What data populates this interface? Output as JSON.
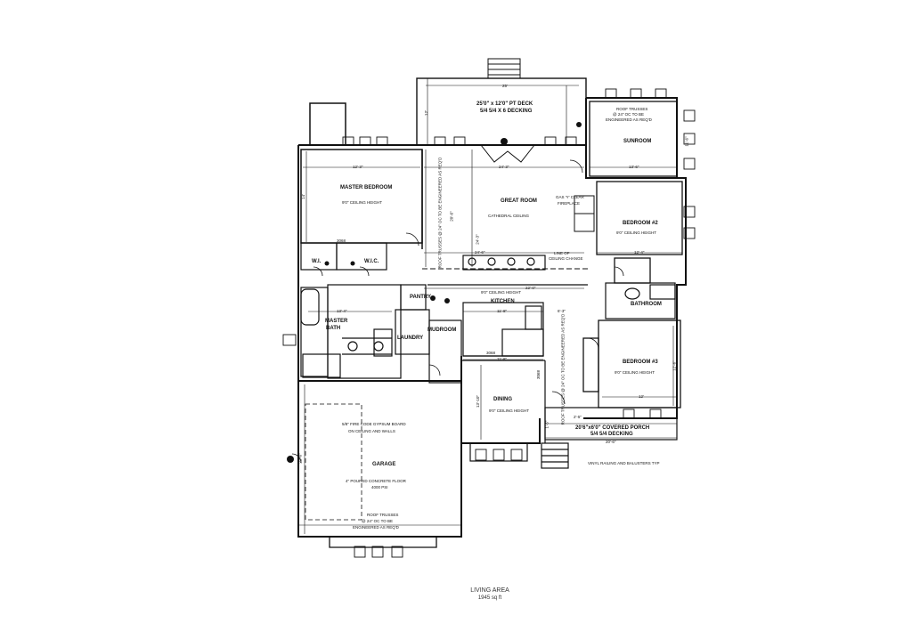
{
  "rooms": {
    "master_bedroom": "MASTER BEDROOM",
    "master_bedroom_ceiling": "9'0\" CEILING HEIGHT",
    "great_room": "GREAT ROOM",
    "cathedral_ceiling": "CATHEDRAL CEILING",
    "deck_title": "25'0\" x 12'0\" PT DECK",
    "deck_decking": "5/4 5/4 X 6 DECKING",
    "sunroom": "SUNROOM",
    "roof_trusses_sunroom": "ROOF TRUSSES",
    "roof_trusses_sunroom_2": "@ 24\" OC TO BE",
    "roof_trusses_sunroom_3": "ENGINEERED AS REQ'D",
    "bedroom2": "BEDROOM #2",
    "bedroom2_ceiling": "9'0\" CEILING HEIGHT",
    "bedroom3": "BEDROOM #3",
    "bedroom3_ceiling": "9'0\" CEILING HEIGHT",
    "wic": "W.I.C.",
    "wi": "W.I.",
    "pantry": "PANTRY",
    "kitchen": "KITCHEN",
    "kitchen_ceiling": "9'0\" CEILING HEIGHT",
    "master_bath_1": "MASTER",
    "master_bath_2": "BATH",
    "laundry": "LAUNDRY",
    "mudroom": "MUDROOM",
    "bathroom": "BATHROOM",
    "dining": "DINING",
    "dining_ceiling": "9'0\" CEILING HEIGHT",
    "porch_title": "20'6\"x6'0\" COVERED PORCH",
    "porch_decking": "5/4 5/4 DECKING",
    "railings_note": "VINYL RAILING AND BALUSTERS TYP",
    "garage": "GARAGE",
    "garage_board_1": "5/8\" FIRE CODE GYPSUM BOARD",
    "garage_board_2": "ON CEILING AND WALLS",
    "garage_floor_1": "4\" POURED CONCRETE FLOOR",
    "garage_floor_2": "4000 PSI",
    "garage_trusses_1": "ROOF TRUSSES",
    "garage_trusses_2": "@ 24\" OC TO BE",
    "garage_trusses_3": "ENGINEERED AS REQ'D",
    "fireplace_1": "GAS 'Y' CLEAR",
    "fireplace_2": "FIREPLACE",
    "line_of_ceiling_1": "LINE OF",
    "line_of_ceiling_2": "CEILING CHANGE",
    "vert_trusses_master": "ROOF TRUSSES @ 24\" OC TO BE ENGINEERED AS REQ'D",
    "vert_trusses_dining": "ROOF TRUSSES @ 24\" OC TO BE ENGINEERED AS REQ'D"
  },
  "dimensions": {
    "deck_width": "25'",
    "deck_depth": "12'",
    "master_width": "12'-3\"",
    "master_depth": "14'",
    "great_width": "24'-3\"",
    "great_depth": "20'-6\"",
    "great_depth_2": "24'-3\"",
    "sunroom_width": "13'-6\"",
    "sunroom_depth": "11'-6\"",
    "bedroom2_width": "12'-4\"",
    "bedroom3_width": "12'",
    "bedroom3_depth": "12'-6\"",
    "span_24_6": "24'-6\"",
    "span_22_0": "22'-0\"",
    "kitchen_width": "11'-8\"",
    "kitchen_depth": "6'-3\"",
    "dining_width": "11'-8\"",
    "dining_depth": "13'-10\"",
    "bath_width": "13'-4\"",
    "garage_depth": "22'-6\"",
    "porch_width": "20'-6\"",
    "door_3068_a": "3068",
    "door_3068_b": "3068",
    "door_3068_c": "3068",
    "porch_step_a": "2'-5\"",
    "porch_step_b": "1'-5\""
  },
  "footer": {
    "title": "LIVING AREA",
    "subtitle": "1945 sq ft"
  }
}
